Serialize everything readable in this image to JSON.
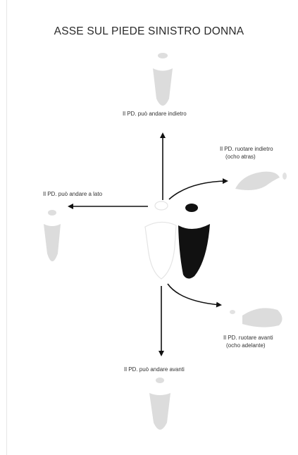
{
  "title": "ASSE SUL PIEDE SINISTRO DONNA",
  "labels": {
    "back": "Il PD. può andare indietro",
    "side": "Il PD. può andare a lato",
    "forward": "Il PD. può andare avanti",
    "ocho_atras_1": "Il PD. ruotare indietro",
    "ocho_atras_2": "(ocho atras)",
    "ocho_adelante_1": "Il PD. ruotare avanti",
    "ocho_adelante_2": "(ocho adelante)"
  },
  "colors": {
    "ghost_foot": "#d9d9d9",
    "weighted_foot": "#111111",
    "arrow": "#111111"
  }
}
